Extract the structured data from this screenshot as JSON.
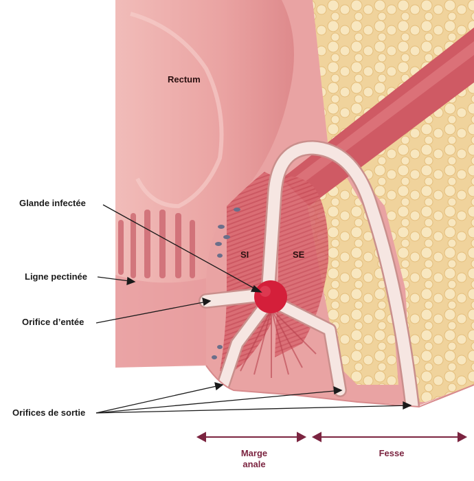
{
  "labels": {
    "rectum": "Rectum",
    "si": "SI",
    "se": "SE",
    "glande_infectee": "Glande infectée",
    "ligne_pectinee": "Ligne pectinée",
    "orifice_entree": "Orifice d’entée",
    "orifices_sortie": "Orifices de sortie",
    "marge_anale_line1": "Marge",
    "marge_anale_line2": "anale",
    "fesse": "Fesse"
  },
  "colors": {
    "tissue": "#e9a3a3",
    "tissue_dark": "#d9787f",
    "rectum": "#efb4b2",
    "muscle": "#d8676f",
    "fat": "#f3ddb0",
    "fat_bubble": "#f7e8c4",
    "tract": "#f6e6e2",
    "gland": "#d41f3a",
    "arrow": "#7b2440",
    "pointer": "#1a1a1a"
  }
}
